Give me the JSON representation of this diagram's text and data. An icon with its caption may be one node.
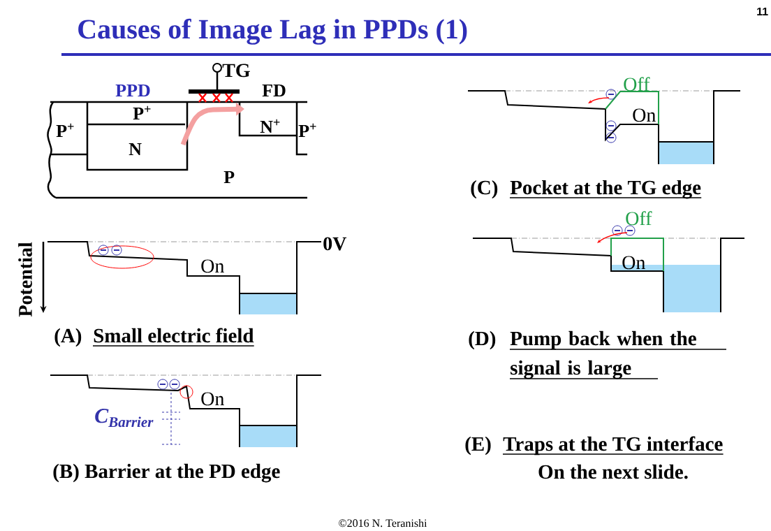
{
  "diagram": {
    "title": "Causes of Image Lag in PPDs (1)",
    "labels": [
      "11",
      "TG",
      "PPD",
      "FD",
      "P$^{+}$",
      "P$^{+}$",
      "N$^{+}$",
      "P$^{+}$",
      "N",
      "P",
      "Potential",
      "0V",
      "On",
      "(A)",
      "Small electric field",
      "C$_{Barrier}$",
      "On",
      "(B) Barrier at the PD edge",
      "Off",
      "On",
      "(C)",
      "Pocket at the TG edge",
      "Off",
      "On",
      "(D)",
      "Pump back when the signal is large",
      "(E)",
      "Traps at the TG interface",
      "On the next slide.",
      "©2016 N. Teranishi"
    ]
  }
}
